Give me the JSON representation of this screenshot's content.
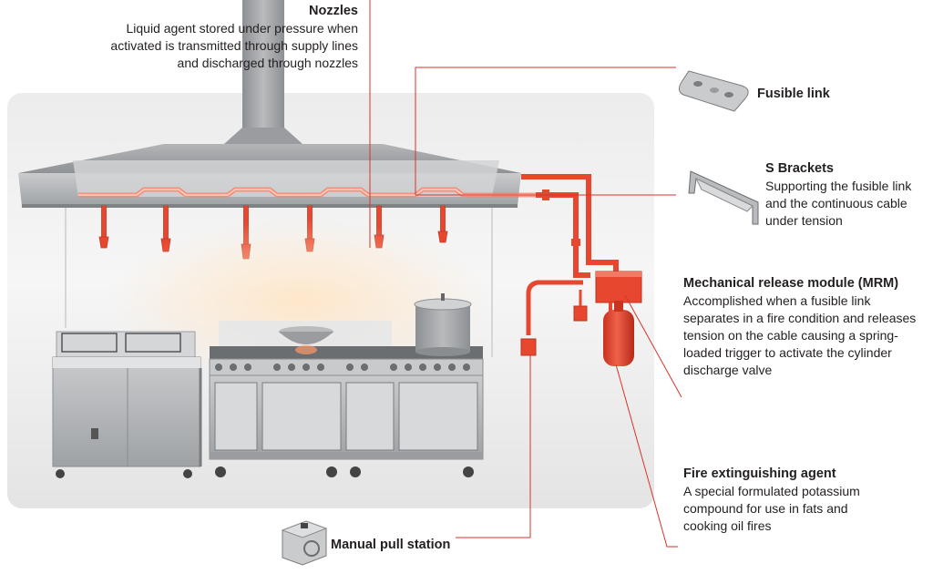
{
  "colors": {
    "piping": "#e8472f",
    "leader": "#d9322b",
    "panel": "#e6e6e6",
    "steel": "#b8babc",
    "text": "#231f20"
  },
  "callouts": {
    "nozzles": {
      "title": "Nozzles",
      "desc": "Liquid agent stored under pressure when activated is transmitted through supply lines and discharged through nozzles"
    },
    "fusible_link": {
      "title": "Fusible link"
    },
    "s_brackets": {
      "title": "S Brackets",
      "desc": "Supporting the fusible link and the continuous cable under tension"
    },
    "mrm": {
      "title": "Mechanical release module (MRM)",
      "desc": "Accomplished when a fusible link separates in a fire condition and releases tension on the cable causing a spring-loaded trigger to activate the cylinder discharge valve"
    },
    "agent": {
      "title": "Fire extinguishing agent",
      "desc": "A special formulated potassium compound for use in fats and cooking oil fires"
    },
    "pull_station": {
      "title": "Manual pull station"
    }
  }
}
